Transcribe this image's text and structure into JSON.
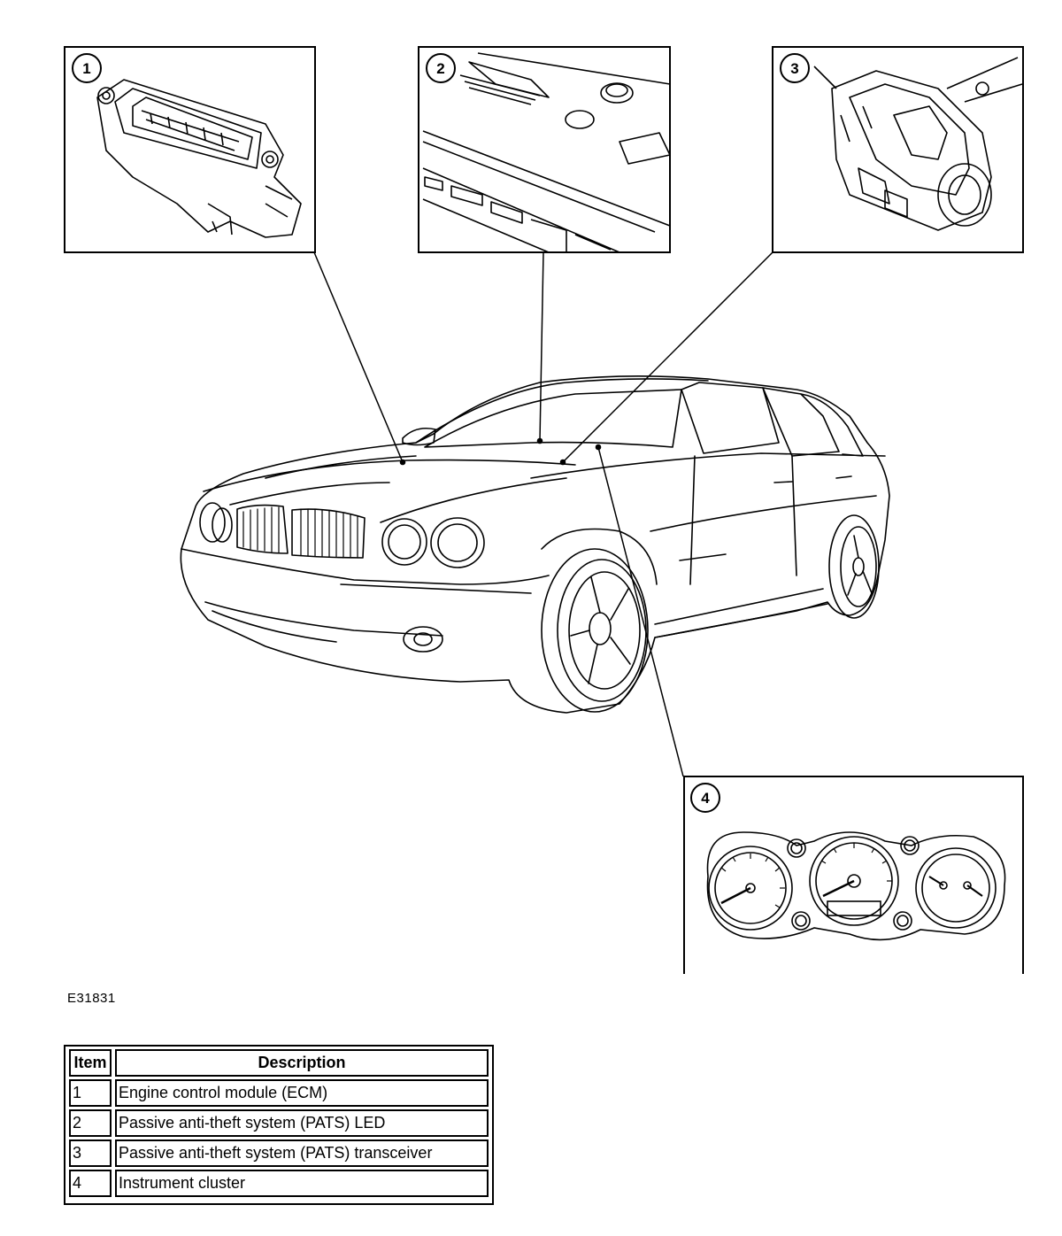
{
  "figure_id": "E31831",
  "callouts": [
    {
      "number": "1"
    },
    {
      "number": "2"
    },
    {
      "number": "3"
    },
    {
      "number": "4"
    }
  ],
  "legend": {
    "headers": {
      "item": "Item",
      "description": "Description"
    },
    "rows": [
      {
        "item": "1",
        "description": "Engine control module (ECM)"
      },
      {
        "item": "2",
        "description": "Passive anti-theft system (PATS) LED"
      },
      {
        "item": "3",
        "description": "Passive anti-theft system (PATS) transceiver"
      },
      {
        "item": "4",
        "description": "Instrument cluster"
      }
    ]
  }
}
